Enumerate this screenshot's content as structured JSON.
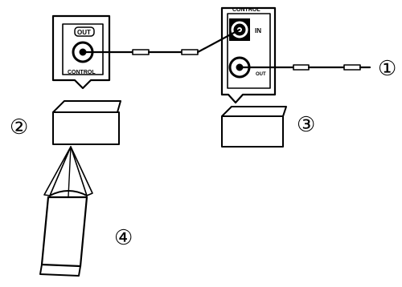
{
  "left_panel": {
    "out_label": "OUT",
    "control_label": "CONTROL"
  },
  "right_panel": {
    "control_label": "CONTROL",
    "in_label": "IN",
    "out_label": "OUT"
  },
  "callouts": {
    "c1": "①",
    "c2": "②",
    "c3": "③",
    "c4": "④"
  }
}
